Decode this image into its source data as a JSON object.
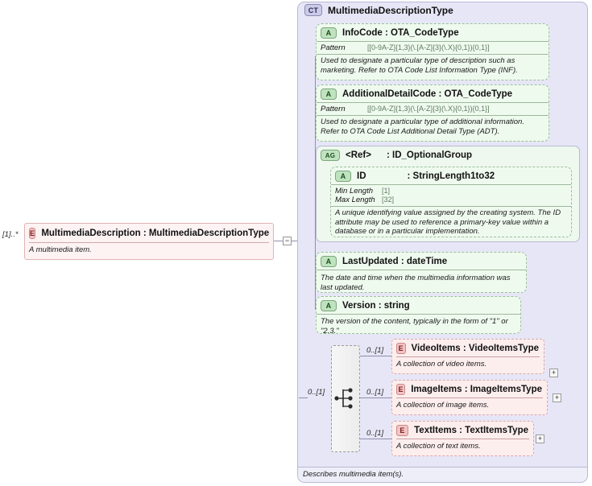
{
  "diagram": {
    "type": "xsd-schema-diagram",
    "caption": "Describes multimedia item(s)."
  },
  "complex_type": {
    "badge": "CT",
    "name": "MultimediaDescriptionType"
  },
  "root_element": {
    "badge": "E",
    "cardinality": "[1]..*",
    "name": "MultimediaDescription : MultimediaDescriptionType",
    "documentation": "A multimedia item.",
    "toggle": "−"
  },
  "attributes": [
    {
      "badge": "A",
      "name": "InfoCode : OTA_CodeType",
      "facets": [
        {
          "label": "Pattern",
          "value": "[[0-9A-Z]{1,3}(\\.[A-Z]{3}(\\.X){0,1}){0,1}]"
        }
      ],
      "documentation": "Used to designate a particular type of description such as marketing. Refer to OTA Code List Information Type (INF)."
    },
    {
      "badge": "A",
      "name": "AdditionalDetailCode : OTA_CodeType",
      "facets": [
        {
          "label": "Pattern",
          "value": "[[0-9A-Z]{1,3}(\\.[A-Z]{3}(\\.X){0,1}){0,1}]"
        }
      ],
      "documentation": "Used to designate a particular type of additional information. Refer to OTA Code List Additional Detail Type (ADT)."
    }
  ],
  "attribute_group": {
    "badge": "AG",
    "name": "<Ref>",
    "type": ": ID_OptionalGroup",
    "inner_attribute": {
      "badge": "A",
      "name": "ID",
      "type": ": StringLength1to32",
      "facets": [
        {
          "label": "Min Length",
          "value": "[1]"
        },
        {
          "label": "Max Length",
          "value": "[32]"
        }
      ],
      "documentation": "A unique identifying value assigned by the creating system.  The ID attribute may be used to reference a primary-key value within a database or in a particular implementation."
    }
  },
  "attributes_tail": [
    {
      "badge": "A",
      "name": "LastUpdated : dateTime",
      "facets": [],
      "documentation": "The date and time when the multimedia information was last updated."
    },
    {
      "badge": "A",
      "name": "Version  : string",
      "facets": [],
      "documentation": "The version of the content, typically in the form of \"1\" or \"2.3.\""
    }
  ],
  "compositor": {
    "kind": "choice",
    "cardinality": "0..[1]"
  },
  "child_elements": [
    {
      "badge": "E",
      "cardinality": "0..[1]",
      "name": "VideoItems : VideoItemsType",
      "documentation": "A collection of video items.",
      "toggle": "+"
    },
    {
      "badge": "E",
      "cardinality": "0..[1]",
      "name": "ImageItems : ImageItemsType",
      "documentation": "A collection of image items.",
      "toggle": "+"
    },
    {
      "badge": "E",
      "cardinality": "0..[1]",
      "name": "TextItems : TextItemsType",
      "documentation": "A collection of text items.",
      "toggle": "+"
    }
  ],
  "colors": {
    "container_bg": "#e6e6f7",
    "attribute_bg": "#effaef",
    "element_bg": "#fdeeee",
    "line": "#8f8fa8"
  }
}
